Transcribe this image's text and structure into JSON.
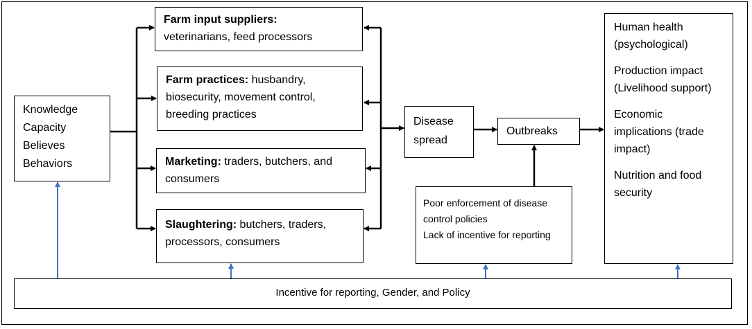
{
  "knowledge": {
    "lines": [
      "Knowledge",
      "Capacity",
      "Believes",
      "Behaviors"
    ]
  },
  "suppliers": {
    "title": "Farm input suppliers:",
    "text": "veterinarians, feed processors"
  },
  "practices": {
    "title": "Farm practices:",
    "text": " husbandry, biosecurity, movement control, breeding practices"
  },
  "marketing": {
    "title": "Marketing:",
    "text": " traders, butchers, and consumers"
  },
  "slaughtering": {
    "title": "Slaughtering:",
    "text": " butchers, traders, processors, consumers"
  },
  "disease": {
    "label": "Disease spread"
  },
  "outbreaks": {
    "label": "Outbreaks"
  },
  "poor": {
    "line1": "Poor enforcement  of disease control policies",
    "line2": "Lack of incentive for reporting"
  },
  "impacts": {
    "health": "Human health (psychological)",
    "production": "Production impact (Livelihood support)",
    "economic": "Economic implications (trade impact)",
    "nutrition": "Nutrition and food security"
  },
  "bottom": {
    "label": "Incentive for reporting, Gender, and Policy"
  },
  "colors": {
    "black_arrow": "#000000",
    "blue_arrow": "#4472C4"
  }
}
